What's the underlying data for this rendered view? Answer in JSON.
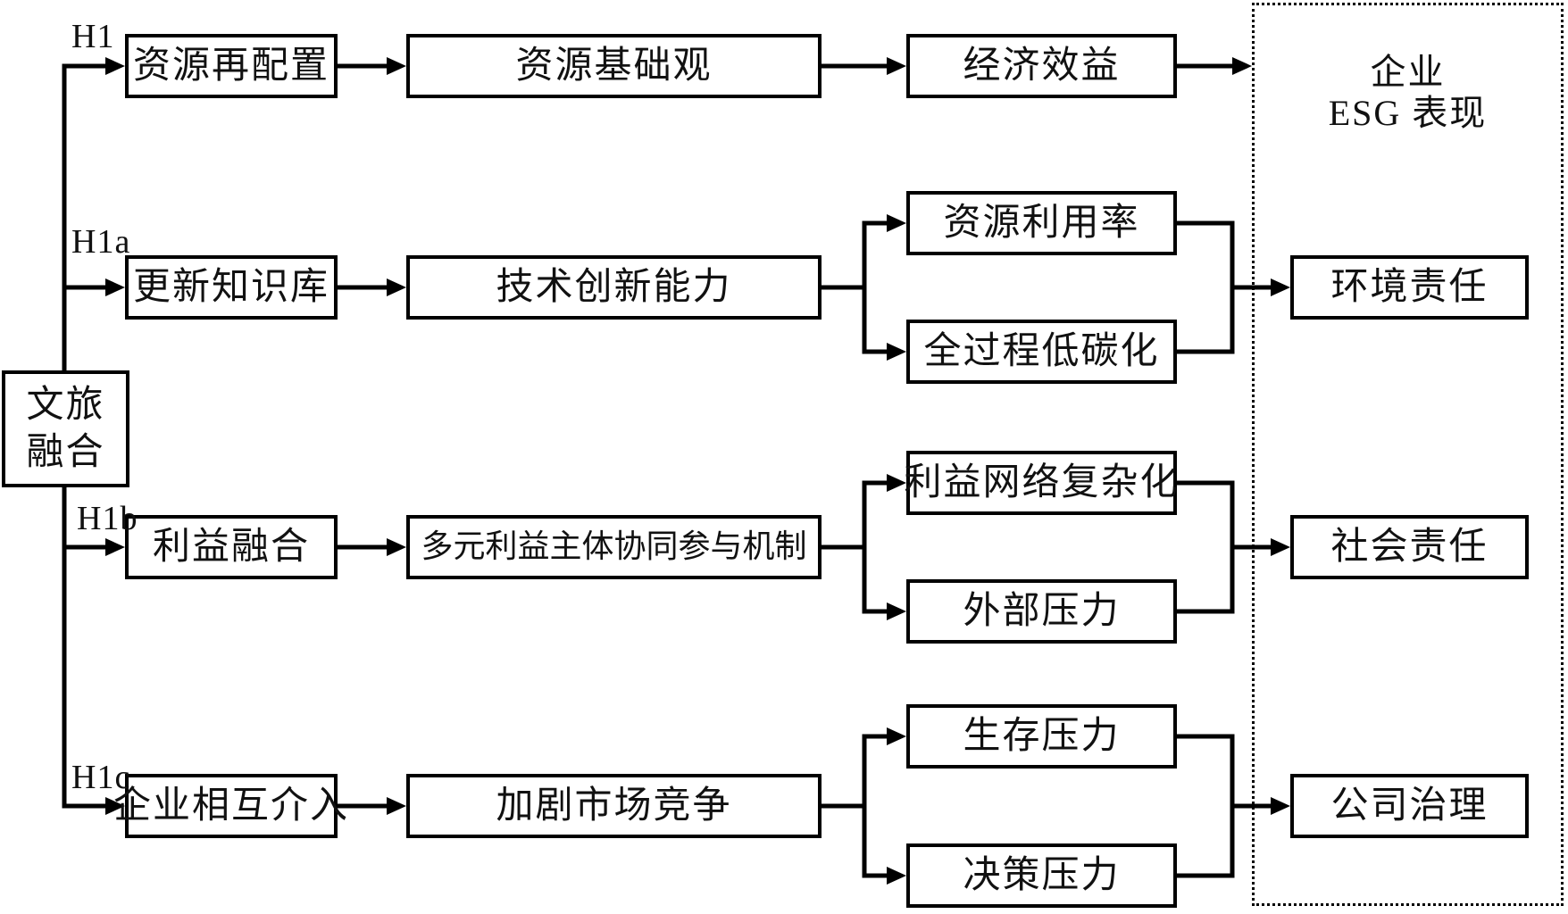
{
  "colors": {
    "line": "#000000",
    "box_border": "#000000",
    "background": "#ffffff",
    "text": "#111111"
  },
  "source": {
    "line1": "文旅",
    "line2": "融合"
  },
  "esg_panel": {
    "line1": "企业",
    "line2": "ESG 表现"
  },
  "rows": [
    {
      "hypothesis": "H1",
      "antecedent": "资源再配置",
      "mechanism": "资源基础观",
      "mediators": [
        "经济效益"
      ]
    },
    {
      "hypothesis": "H1a",
      "antecedent": "更新知识库",
      "mechanism": "技术创新能力",
      "mediators": [
        "资源利用率",
        "全过程低碳化"
      ],
      "outcome": "环境责任"
    },
    {
      "hypothesis": "H1b",
      "antecedent": "利益融合",
      "mechanism": "多元利益主体协同参与机制",
      "mediators": [
        "利益网络复杂化",
        "外部压力"
      ],
      "outcome": "社会责任"
    },
    {
      "hypothesis": "H1c",
      "antecedent": "企业相互介入",
      "mechanism": "加剧市场竞争",
      "mediators": [
        "生存压力",
        "决策压力"
      ],
      "outcome": "公司治理"
    }
  ]
}
